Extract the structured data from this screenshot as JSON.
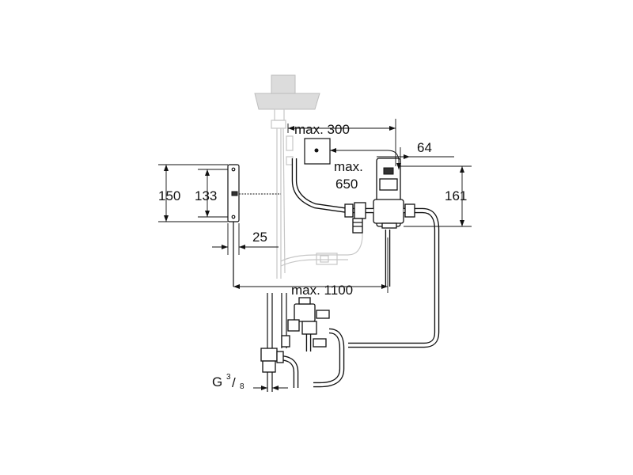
{
  "dimensions": {
    "max_300": "max. 300",
    "dim_64": "64",
    "max_650_line1": "max.",
    "max_650_line2": "650",
    "dim_161": "161",
    "dim_150": "150",
    "dim_133": "133",
    "dim_25": "25",
    "max_1100": "max. 1100",
    "thread_prefix": "G",
    "thread_num": "3",
    "thread_den": "8"
  }
}
